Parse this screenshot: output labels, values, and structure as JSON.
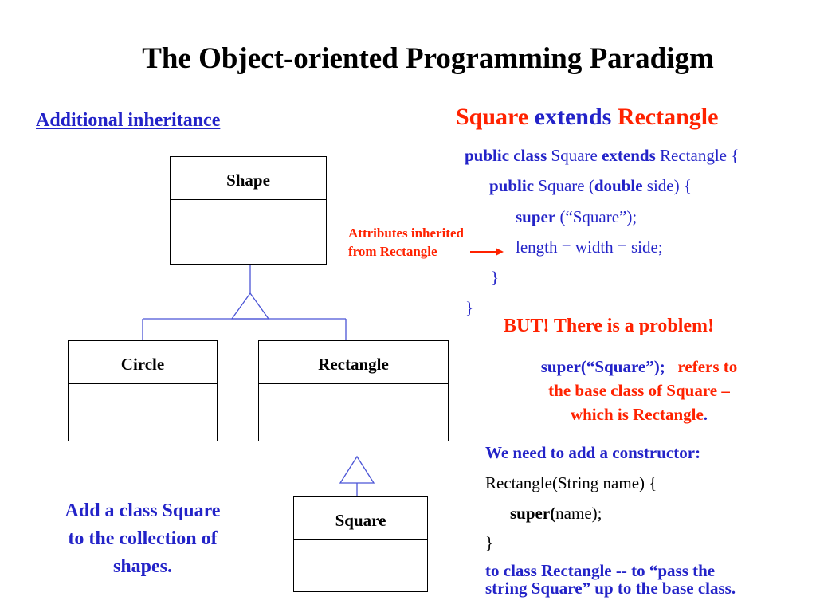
{
  "title": "The Object-oriented Programming Paradigm",
  "subheading": "Additional inheritance",
  "diagram": {
    "shape": "Shape",
    "circle": "Circle",
    "rectangle": "Rectangle",
    "square": "Square"
  },
  "add_note": {
    "line1": "Add a class Square",
    "line2": "to the collection of",
    "line3": "shapes."
  },
  "right_heading": {
    "part1": "Square",
    "part2": "extends",
    "part3": "Rectangle"
  },
  "code": {
    "l1_kw1": "public class",
    "l1_t1": " Square ",
    "l1_kw2": "extends",
    "l1_t2": " Rectangle {",
    "l2_kw": "public",
    "l2_t1": " Square (",
    "l2_kw2": "double",
    "l2_t2": " side) {",
    "l3_kw": "super",
    "l3_t": " (“Square”);",
    "l4": "length = width = side;",
    "l5": "}",
    "l6": "}"
  },
  "inherit_note": {
    "line1": "Attributes inherited",
    "line2": "from Rectangle"
  },
  "problem": "BUT! There is a problem!",
  "explain": {
    "blue": "super(“Square”);",
    "red1": "refers to",
    "red2": "the base class of Square –",
    "red3": "which is Rectangle",
    "dot": "."
  },
  "fix": {
    "heading": "We need to add a constructor:",
    "c1": "Rectangle(String name) {",
    "c2_kw": "super(",
    "c2_t": "name);",
    "c3": "}",
    "tail1": "to class Rectangle -- to “pass the",
    "tail2": "string Square” up to the base class."
  },
  "colors": {
    "blue": "#2323c8",
    "red": "#ff2200",
    "line_blue": "#4b55d6"
  }
}
